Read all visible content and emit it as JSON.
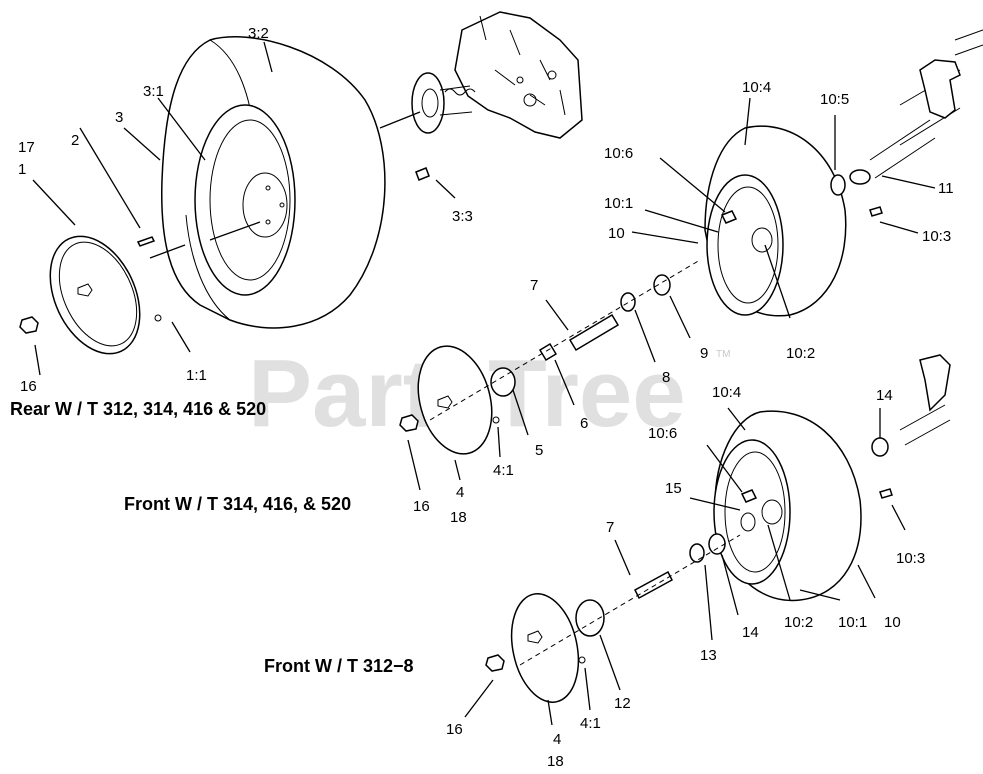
{
  "watermark": {
    "text": "PartsTree",
    "tm": "TM"
  },
  "captions": {
    "rear": "Rear W / T 312, 314, 416 & 520",
    "front1": "Front W / T 314, 416, & 520",
    "front2": "Front W / T 312−8"
  },
  "labels": {
    "l3_2": "3:2",
    "l3_1": "3:1",
    "l3": "3",
    "l17": "17",
    "l1": "1",
    "l2": "2",
    "l16a": "16",
    "l1_1": "1:1",
    "l3_3": "3:3",
    "l10_4a": "10:4",
    "l10_5": "10:5",
    "l10_6a": "10:6",
    "l10_1a": "10:1",
    "l10a": "10",
    "l11": "11",
    "l10_3a": "10:3",
    "l10_2a": "10:2",
    "l7a": "7",
    "l9": "9",
    "l8": "8",
    "l6": "6",
    "l5": "5",
    "l4_1a": "4:1",
    "l4a": "4",
    "l18a": "18",
    "l16b": "16",
    "l10_4b": "10:4",
    "l14a": "14",
    "l10_6b": "10:6",
    "l15": "15",
    "l10_3b": "10:3",
    "l7b": "7",
    "l13": "13",
    "l14b": "14",
    "l10_2b": "10:2",
    "l10_1b": "10:1",
    "l10b": "10",
    "l12": "12",
    "l4_1b": "4:1",
    "l16c": "16",
    "l4b": "4",
    "l18b": "18"
  }
}
